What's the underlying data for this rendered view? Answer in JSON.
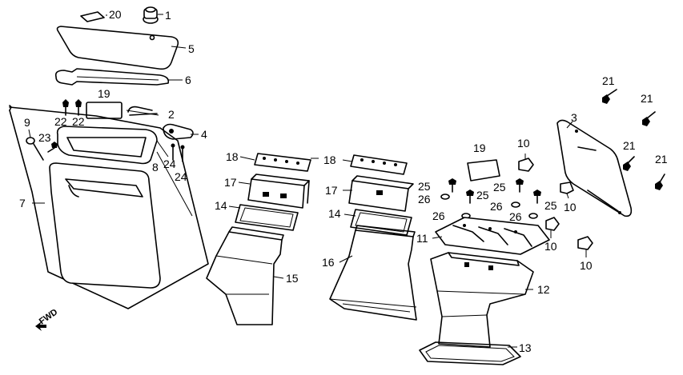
{
  "direction_marker": "FWD",
  "callouts": {
    "c1": "1",
    "c2": "2",
    "c3": "3",
    "c4": "4",
    "c5": "5",
    "c6": "6",
    "c7": "7",
    "c8": "8",
    "c9": "9",
    "c10a": "10",
    "c10b": "10",
    "c10c": "10",
    "c10d": "10",
    "c11": "11",
    "c12": "12",
    "c13": "13",
    "c14a": "14",
    "c14b": "14",
    "c15": "15",
    "c16": "16",
    "c17a": "17",
    "c17b": "17",
    "c18a": "18",
    "c18b": "18",
    "c19a": "19",
    "c19b": "19",
    "c20": "20",
    "c21a": "21",
    "c21b": "21",
    "c21c": "21",
    "c21d": "21",
    "c22a": "22",
    "c22b": "22",
    "c23": "23",
    "c24a": "24",
    "c24b": "24",
    "c25a": "25",
    "c25b": "25",
    "c25c": "25",
    "c25d": "25",
    "c26a": "26",
    "c26b": "26",
    "c26c": "26",
    "c26d": "26"
  }
}
